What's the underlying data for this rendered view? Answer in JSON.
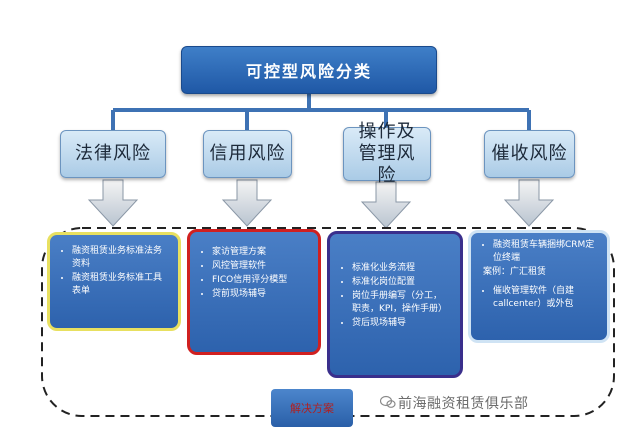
{
  "root": {
    "label": "可控型风险分类"
  },
  "categories": [
    {
      "label": "法律风险"
    },
    {
      "label": "信用风险"
    },
    {
      "label": "操作及管理风险"
    },
    {
      "label": "催收风险"
    }
  ],
  "details": [
    {
      "items": [
        "融资租赁业务标准法务资料",
        "融资租赁业务标准工具表单"
      ]
    },
    {
      "items": [
        "家访管理方案",
        "风控管理软件",
        "FICO信用评分模型",
        "贷前现场辅导"
      ]
    },
    {
      "items": [
        "标准化业务流程",
        "标准化岗位配置",
        "岗位手册编写（分工，职责，KPI，操作手册）",
        "贷后现场辅导"
      ]
    },
    {
      "items": [
        "融资租赁车辆捆绑CRM定位终端",
        "催收管理软件（自建callcenter）或外包"
      ],
      "notes": [
        "案例：广汇租赁"
      ]
    }
  ],
  "footer": {
    "label": "解决方案"
  },
  "watermark": {
    "text": "前海融资租赁俱乐部"
  },
  "colors": {
    "box_blue": "#2d62ad",
    "border_yellow": "#e8e060",
    "border_red": "#d02020",
    "border_purple": "#3a2f8c",
    "border_light": "#cfe3f4",
    "connector": "#3e72b4"
  }
}
